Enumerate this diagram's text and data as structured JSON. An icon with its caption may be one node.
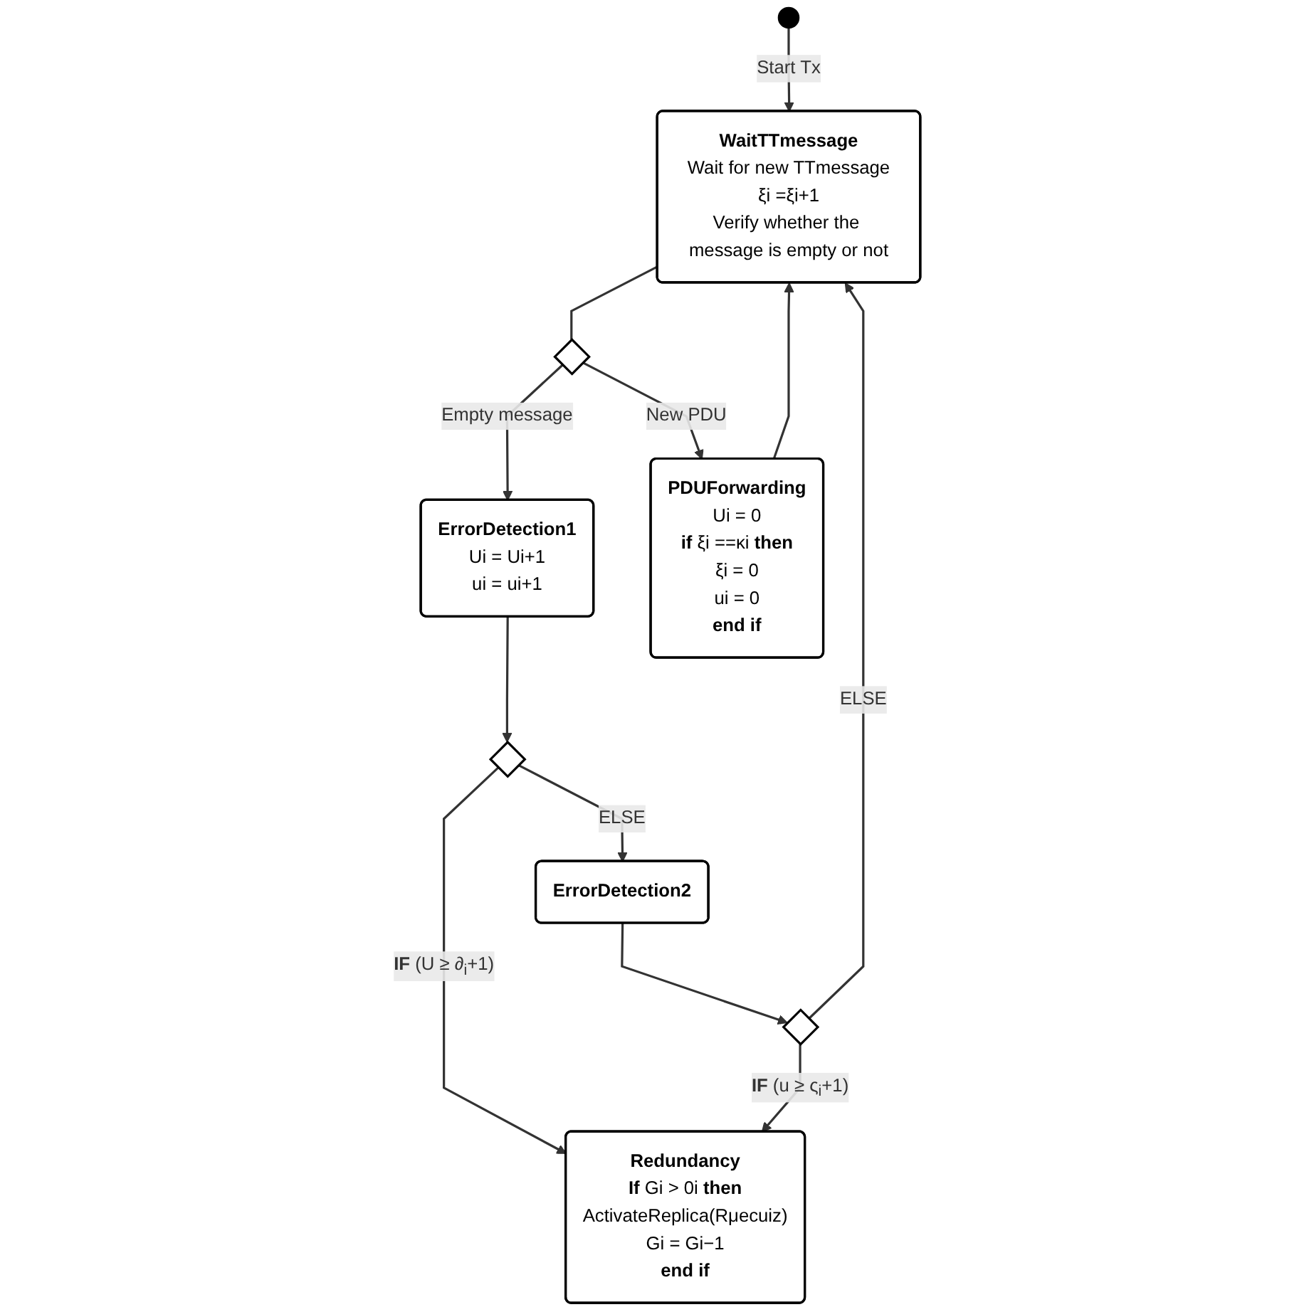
{
  "diagram": {
    "nodes": [
      {
        "text": [],
        "shape": "circle"
      },
      {
        "text": [
          "WaitTTmessage",
          "Wait for new TTmessage",
          "ξi =ξi+1",
          "Verify whether the message is empty or not"
        ]
      },
      {
        "text": [],
        "shape": "diamond"
      },
      {
        "text": [
          "ErrorDetection1",
          "Ui = Ui+1",
          "ui = ui+1"
        ]
      },
      {
        "text": [
          "PDUForwarding",
          "Ui = 0",
          "**if** ξi ==κi **then**",
          "ξi = 0",
          "ui = 0",
          "**end if**"
        ]
      },
      {
        "text": [],
        "shape": "diamond"
      },
      {
        "text": [
          "Redundancy",
          "**If** Gi > 0i **then**",
          "ActivateReplica(Rμecuiz)",
          "Gi = Gi−1",
          "**end if**"
        ]
      },
      {
        "text": [
          "ErrorDetection2"
        ]
      },
      {
        "text": [],
        "shape": "diamond"
      }
    ],
    "edges": [
      {
        "from": 0,
        "to": 1,
        "arrow": "to",
        "label": "Start Tx"
      },
      {
        "from": 1,
        "to": 2,
        "arrow": "none"
      },
      {
        "from": 2,
        "to": 3,
        "arrow": "to",
        "label": "Empty message"
      },
      {
        "from": 2,
        "to": 4,
        "arrow": "to",
        "label": "New PDU"
      },
      {
        "from": 4,
        "to": 1,
        "arrow": "to"
      },
      {
        "from": 3,
        "to": 5,
        "arrow": "to"
      },
      {
        "from": 5,
        "to": 6,
        "arrow": "to",
        "label": "**IF** (U ≥ ∂$_{i}$+1)"
      },
      {
        "from": 5,
        "to": 7,
        "arrow": "to",
        "label": "ELSE"
      },
      {
        "from": 7,
        "to": 8,
        "arrow": "to"
      },
      {
        "from": 8,
        "to": 1,
        "arrow": "to",
        "label": "ELSE"
      },
      {
        "from": 8,
        "to": 6,
        "arrow": "to",
        "label": "**IF** (u ≥ ς$_{i}$+1)"
      }
    ]
  }
}
